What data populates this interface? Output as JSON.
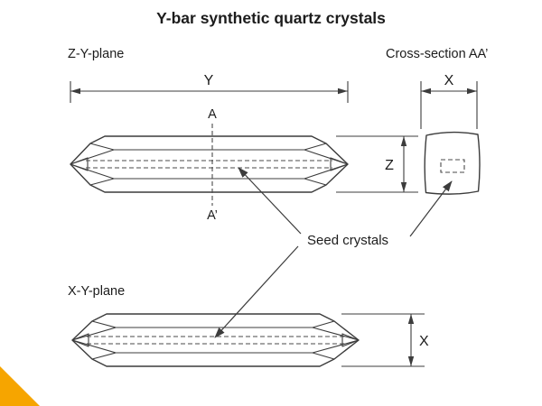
{
  "title": "Y-bar synthetic quartz crystals",
  "labels": {
    "zy_plane": "Z-Y-plane",
    "cross_section": "Cross-section AA’",
    "xy_plane": "X-Y-plane",
    "seed_crystals": "Seed crystals"
  },
  "dimensions": {
    "y": "Y",
    "x_top": "X",
    "z": "Z",
    "x_bottom": "X"
  },
  "section_markers": {
    "a": "A",
    "a_prime": "A’"
  },
  "colors": {
    "outline": "#3c3c3c",
    "crystal_fill": "#ecede9",
    "seed_dash": "#4a4a4a",
    "accent_orange": "#f6a500",
    "background": "#ffffff"
  }
}
